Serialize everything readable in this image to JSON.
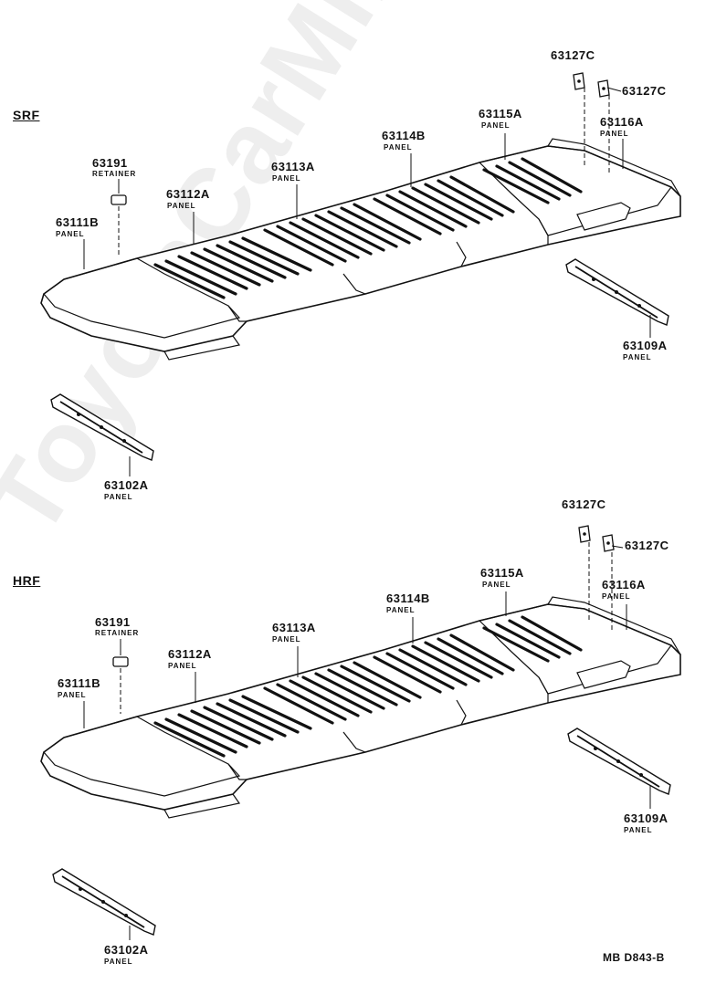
{
  "watermark": "ToyotaCarMine.ru",
  "diagram_code": "MB D843-B",
  "sections": [
    {
      "id": "srf",
      "title": "SRF",
      "labels": [
        {
          "code": "63127C",
          "desc": ""
        },
        {
          "code": "63127C",
          "desc": ""
        },
        {
          "code": "63116A",
          "desc": "PANEL"
        },
        {
          "code": "63115A",
          "desc": "PANEL"
        },
        {
          "code": "63114B",
          "desc": "PANEL"
        },
        {
          "code": "63113A",
          "desc": "PANEL"
        },
        {
          "code": "63112A",
          "desc": "PANEL"
        },
        {
          "code": "63191",
          "desc": "RETAINER"
        },
        {
          "code": "63111B",
          "desc": "PANEL"
        },
        {
          "code": "63109A",
          "desc": "PANEL"
        },
        {
          "code": "63102A",
          "desc": "PANEL"
        }
      ]
    },
    {
      "id": "hrf",
      "title": "HRF",
      "labels": [
        {
          "code": "63127C",
          "desc": ""
        },
        {
          "code": "63127C",
          "desc": ""
        },
        {
          "code": "63116A",
          "desc": "PANEL"
        },
        {
          "code": "63115A",
          "desc": "PANEL"
        },
        {
          "code": "63114B",
          "desc": "PANEL"
        },
        {
          "code": "63113A",
          "desc": "PANEL"
        },
        {
          "code": "63112A",
          "desc": "PANEL"
        },
        {
          "code": "63191",
          "desc": "RETAINER"
        },
        {
          "code": "63111B",
          "desc": "PANEL"
        },
        {
          "code": "63109A",
          "desc": "PANEL"
        },
        {
          "code": "63102A",
          "desc": "PANEL"
        }
      ]
    }
  ]
}
